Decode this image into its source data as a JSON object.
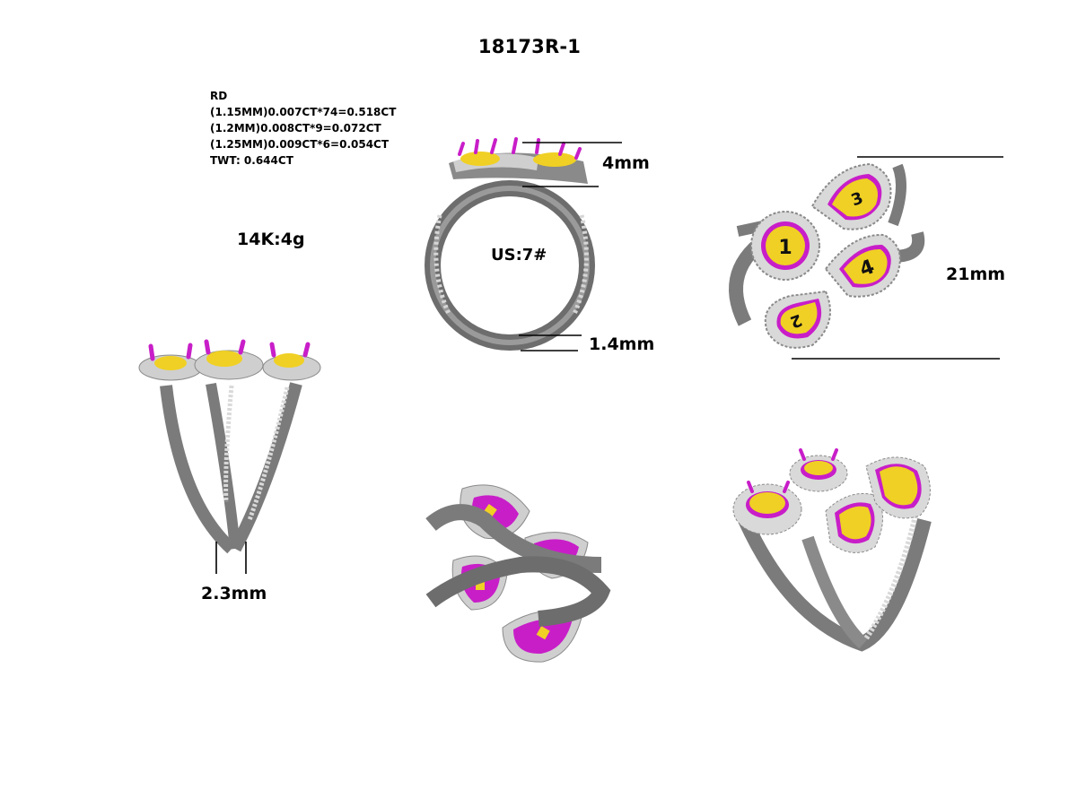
{
  "title": "18173R-1",
  "specs": {
    "lines": [
      "RD",
      "(1.15MM)0.007CT*74=0.518CT",
      "(1.2MM)0.008CT*9=0.072CT",
      "(1.25MM)0.009CT*6=0.054CT",
      "TWT:  0.644CT"
    ]
  },
  "metal": "14K:4g",
  "ring_size": "US:7#",
  "dimensions": {
    "height": "4mm",
    "band_thickness": "1.4mm",
    "width": "21mm",
    "shank_width": "2.3mm"
  },
  "stone_numbers": [
    "1",
    "2",
    "3",
    "4"
  ],
  "colors": {
    "metal": "#7b7b7b",
    "stone": "#f0d024",
    "prong": "#c81ec8",
    "pave": "#cfcfcf"
  }
}
